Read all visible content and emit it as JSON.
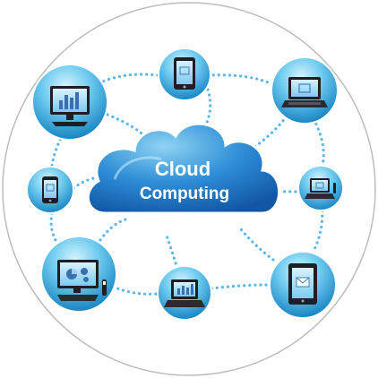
{
  "cloud": {
    "line1": "Cloud",
    "line2": "Computing"
  },
  "colors": {
    "ring": "#b9b9b9",
    "node_fill_light": "#bfe9f8",
    "node_fill_mid": "#5cc2eb",
    "node_fill_dark": "#1a8fc9",
    "cloud_light": "#7fc8ef",
    "cloud_dark": "#1566b5",
    "connector": "#5cb8e6",
    "device_dark": "#1e1e24"
  },
  "nodes": [
    {
      "id": "tablet-top",
      "icon": "tablet-icon"
    },
    {
      "id": "monitor-top-left",
      "icon": "desktop-monitor-chart-icon"
    },
    {
      "id": "laptop-top-right",
      "icon": "laptop-icon"
    },
    {
      "id": "phone-left",
      "icon": "smartphone-icon"
    },
    {
      "id": "laptop-right",
      "icon": "laptop-icon"
    },
    {
      "id": "desktop-bottom-left",
      "icon": "desktop-pie-chart-icon"
    },
    {
      "id": "laptop-bottom",
      "icon": "laptop-chart-icon"
    },
    {
      "id": "tablet-bottom-right",
      "icon": "tablet-mail-icon"
    }
  ]
}
